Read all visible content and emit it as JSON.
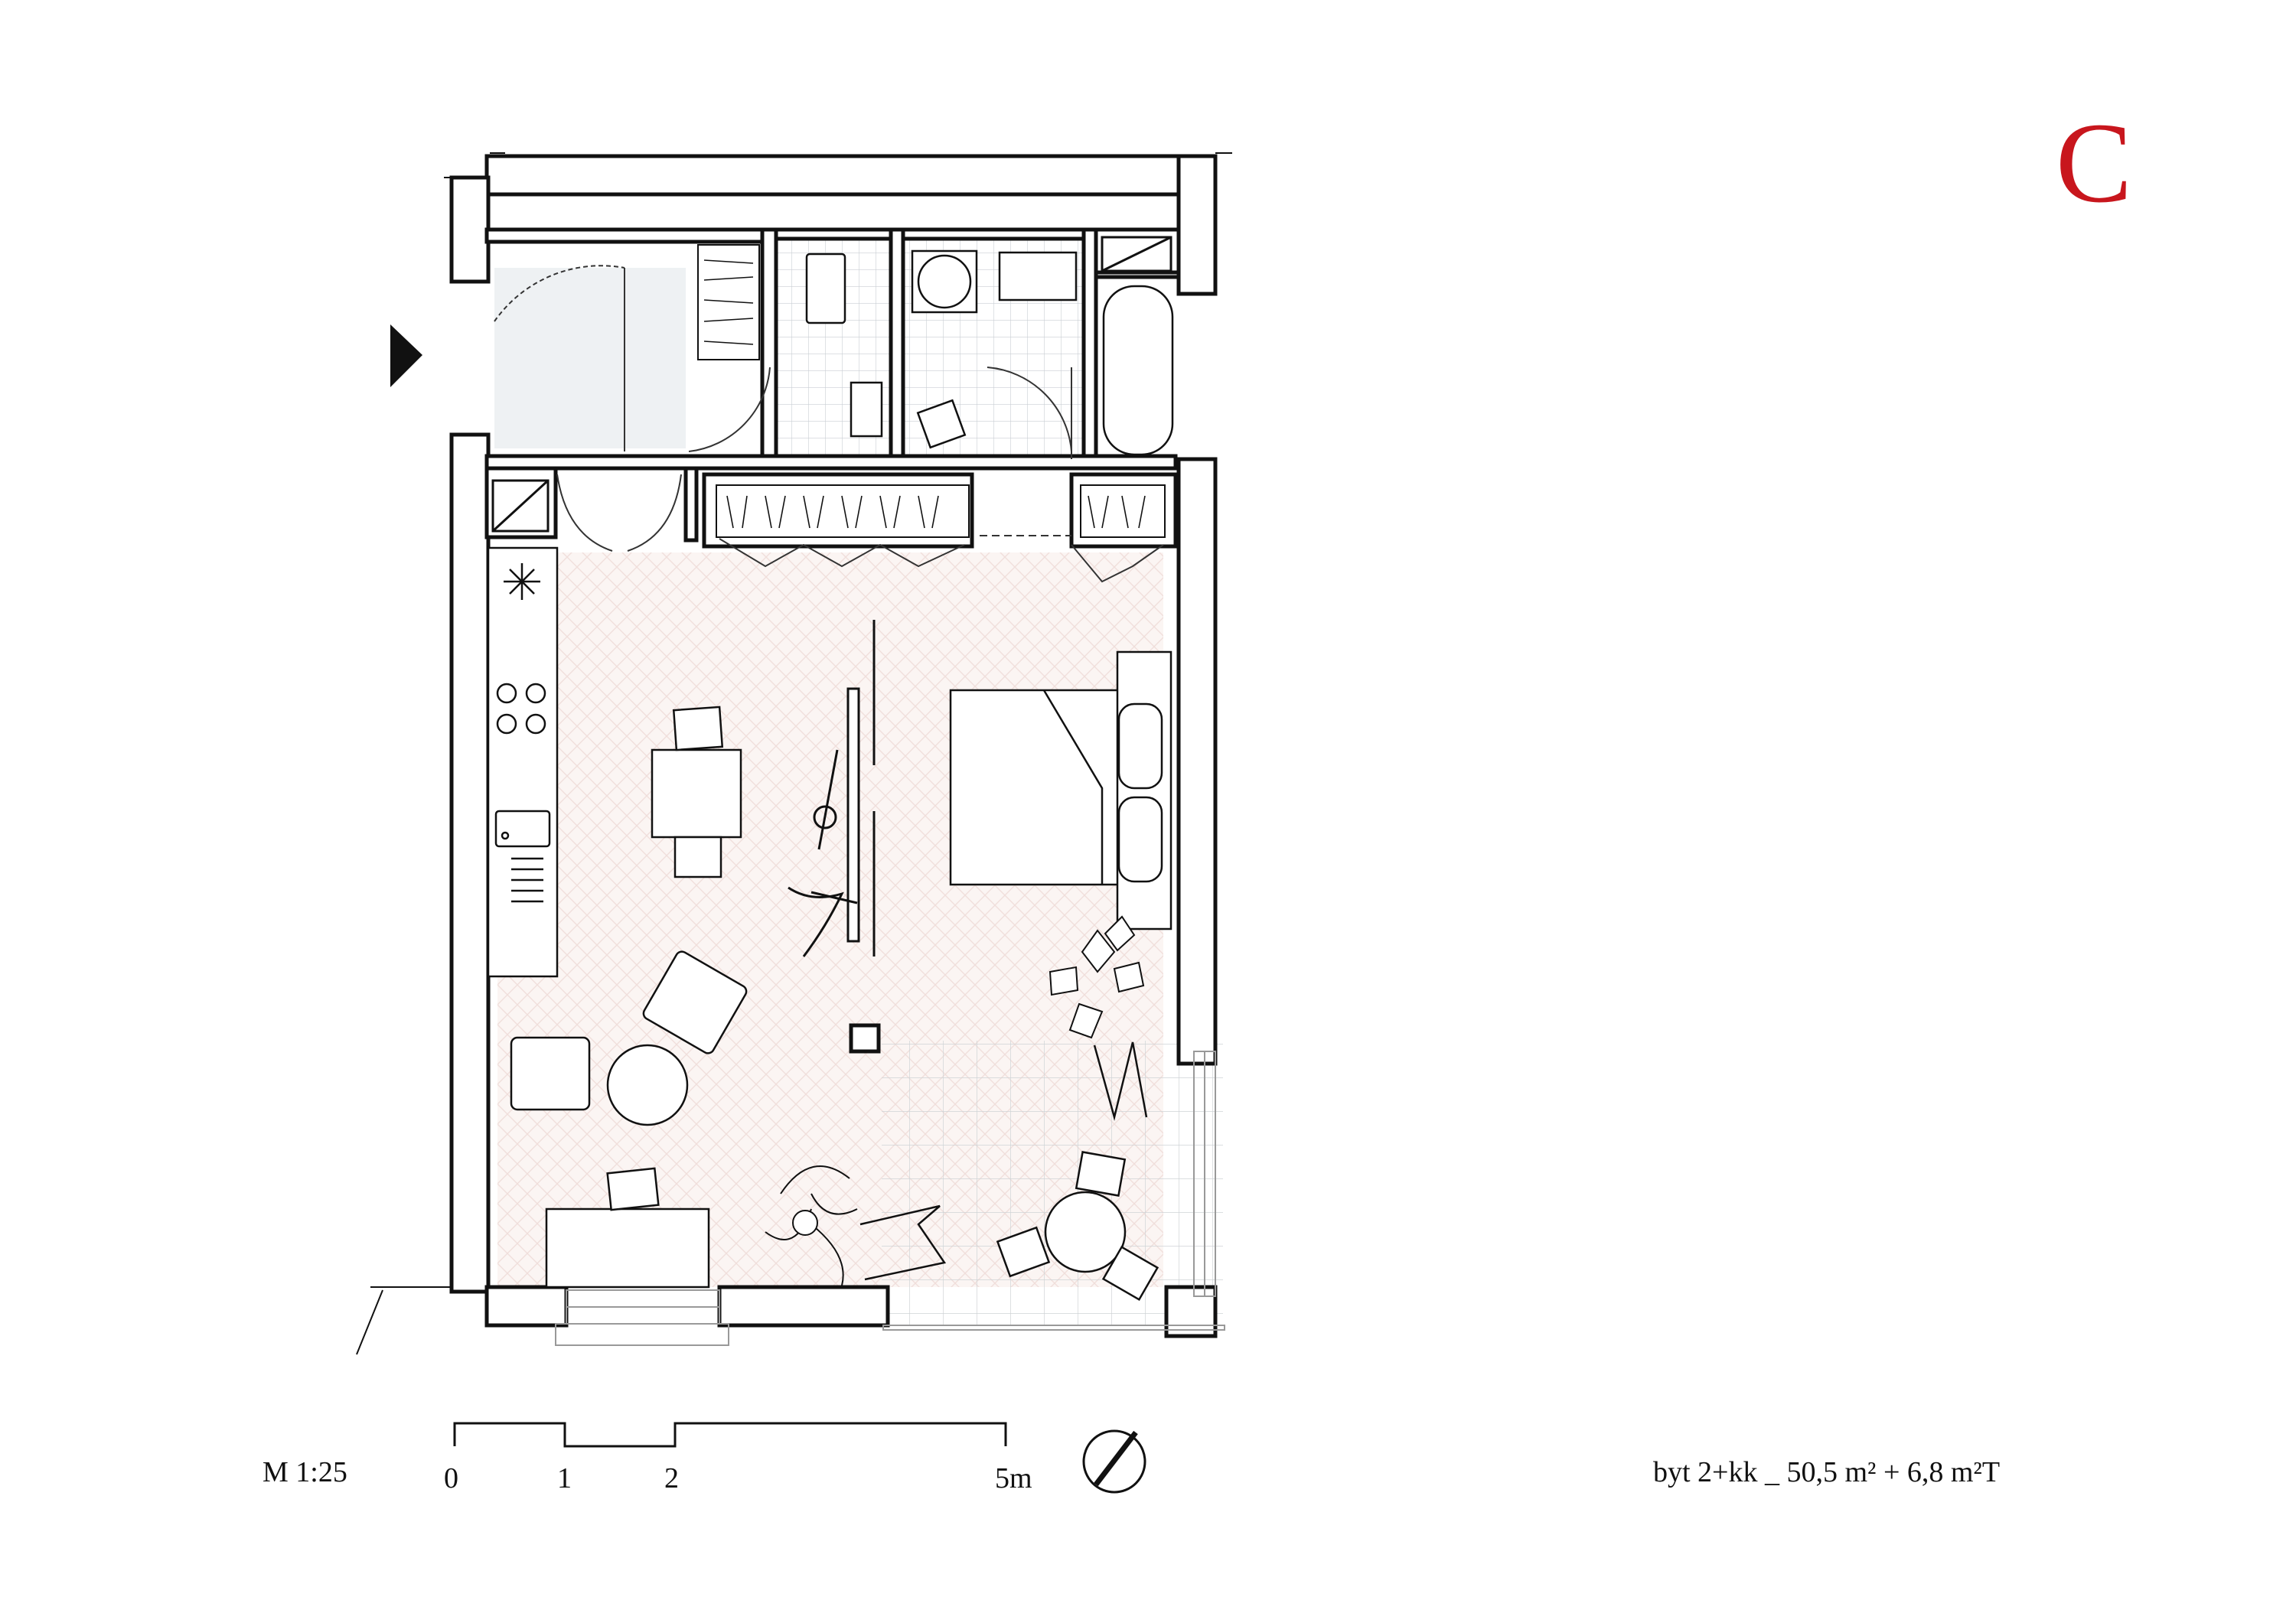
{
  "sheet": {
    "letter": "C",
    "accent_color": "#c8161d"
  },
  "scale": {
    "label": "M 1:25",
    "ticks": [
      "0",
      "1",
      "2",
      "5m"
    ]
  },
  "apartment": {
    "label": "byt 2+kk _ 50,5 m² + 6,8 m²T"
  },
  "icons": {
    "entrance": "entrance-arrow-icon",
    "north": "north-arrow-icon"
  },
  "colors": {
    "wall": "#111111",
    "floor_living": "#f7ecea",
    "floor_entry": "#eef1f3",
    "tile_grid": "#c9ced3",
    "terrace_grid": "#cfd3d6"
  }
}
